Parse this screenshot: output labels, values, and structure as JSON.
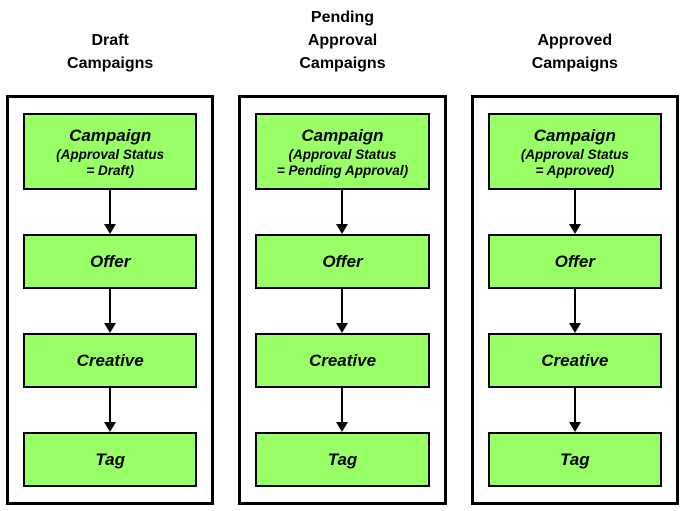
{
  "columns": [
    {
      "title": "Draft\nCampaigns",
      "nodes": [
        {
          "label": "Campaign",
          "sublabel": "(Approval Status\n= Draft)"
        },
        {
          "label": "Offer"
        },
        {
          "label": "Creative"
        },
        {
          "label": "Tag"
        }
      ]
    },
    {
      "title": "Pending\nApproval\nCampaigns",
      "nodes": [
        {
          "label": "Campaign",
          "sublabel": "(Approval Status\n= Pending Approval)"
        },
        {
          "label": "Offer"
        },
        {
          "label": "Creative"
        },
        {
          "label": "Tag"
        }
      ]
    },
    {
      "title": "Approved\nCampaigns",
      "nodes": [
        {
          "label": "Campaign",
          "sublabel": "(Approval Status\n= Approved)"
        },
        {
          "label": "Offer"
        },
        {
          "label": "Creative"
        },
        {
          "label": "Tag"
        }
      ]
    }
  ],
  "colors": {
    "node_fill": "#99FF66",
    "node_border": "#000000",
    "container_border": "#000000",
    "background": "#FFFFFF",
    "text": "#000000"
  }
}
